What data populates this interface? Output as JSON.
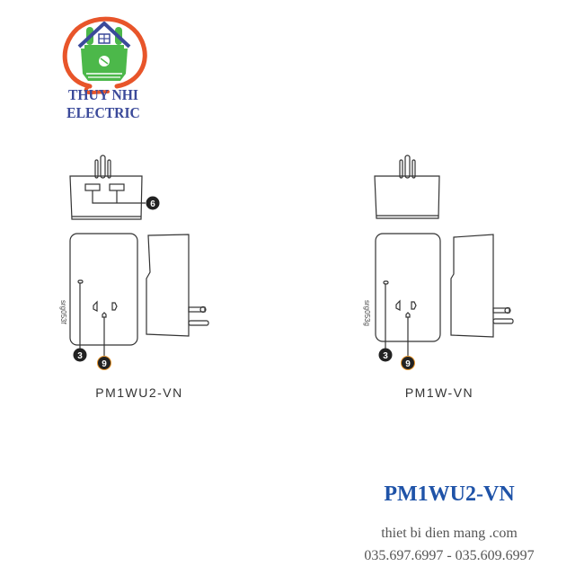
{
  "brand": {
    "name": "THUY NHI ELECTRIC",
    "colors": {
      "ring": "#e8552a",
      "plug": "#4cb84a",
      "roof": "#3b4a9a",
      "text": "#3b4a9a"
    }
  },
  "diagrams": [
    {
      "model": "PM1WU2-VN",
      "code": "srg053f",
      "callouts": {
        "usb": "6",
        "led": "3",
        "socket": "9"
      },
      "has_usb": true
    },
    {
      "model": "PM1W-VN",
      "code": "srg053g",
      "callouts": {
        "led": "3",
        "socket": "9"
      },
      "has_usb": false
    }
  ],
  "caption": {
    "title": "PM1WU2-VN",
    "site": "thiet bi dien mang .com",
    "phones": "035.697.6997 - 035.609.6997",
    "title_color": "#1f53a8"
  }
}
